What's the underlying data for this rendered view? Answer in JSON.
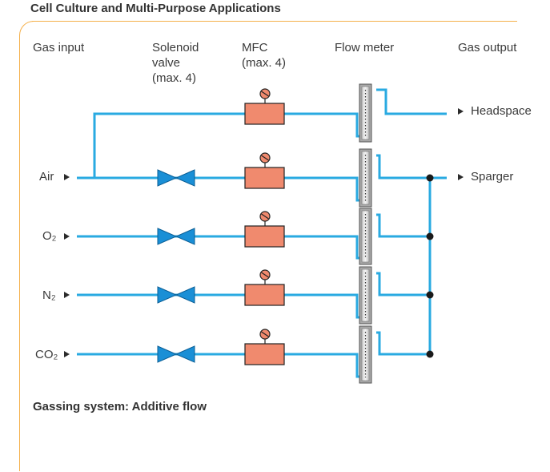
{
  "title": "Cell Culture and Multi-Purpose Applications",
  "columns": {
    "gas_input": "Gas input",
    "solenoid_valve": [
      "Solenoid",
      "valve",
      "(max. 4)"
    ],
    "mfc": [
      "MFC",
      "(max. 4)"
    ],
    "flow_meter": "Flow meter",
    "gas_output": "Gas output"
  },
  "inputs": [
    "Air",
    "O₂",
    "N₂",
    "CO₂"
  ],
  "outputs": [
    "Headspace",
    "Sparger"
  ],
  "caption": "Gassing system: Additive flow",
  "colors": {
    "pipe": "#29aae1",
    "mfc_fill": "#f08a6e",
    "valve_fill": "#1a8fd6",
    "frame": "#f5b04a",
    "node": "#1a1a1a"
  }
}
